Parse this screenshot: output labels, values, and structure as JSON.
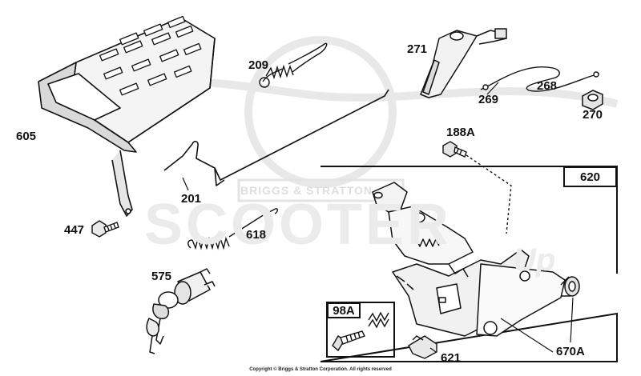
{
  "watermark": {
    "brand": "BRIGGS & STRATTON",
    "word": "SCOOTER",
    "suffix": "Up"
  },
  "parts": {
    "p605": "605",
    "p209": "209",
    "p271": "271",
    "p268": "268",
    "p269": "269",
    "p270": "270",
    "p188A": "188A",
    "p620": "620",
    "p201": "201",
    "p447": "447",
    "p618": "618",
    "p575": "575",
    "p98A": "98A",
    "p621": "621",
    "p670A": "670A"
  },
  "footer": {
    "copyright": "Copyright © Briggs & Stratton Corporation. All rights reserved"
  }
}
